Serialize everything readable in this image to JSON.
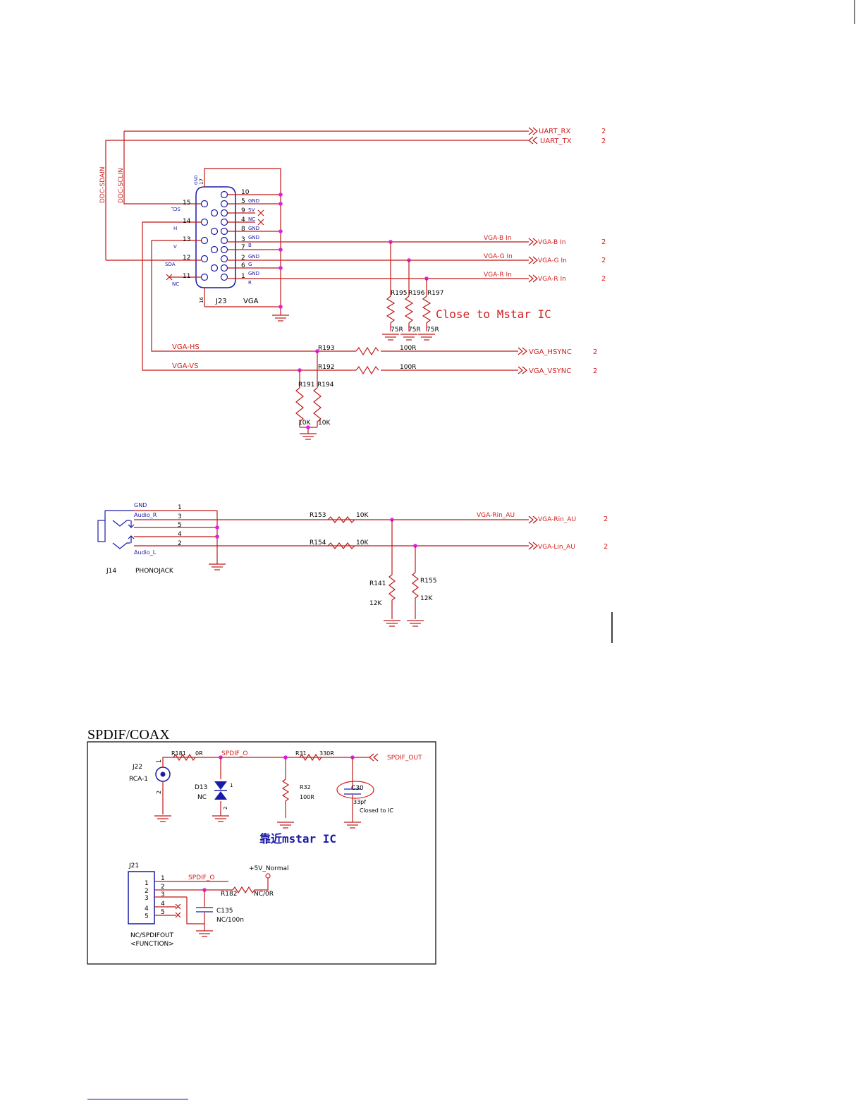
{
  "top_nets": {
    "uart_rx": "UART_RX",
    "uart_tx": "UART_TX",
    "ddc_sda": "DDC-SDAIN",
    "ddc_scl": "DDC-SCLIN",
    "sheet_ref": "2"
  },
  "vga_connector": {
    "ref": "J23",
    "value": "VGA",
    "pin_labels": {
      "p15": "15",
      "p14": "14",
      "p13": "13",
      "p12": "12",
      "p11": "11",
      "p10": "10",
      "p5": "5",
      "p9": "9",
      "p4": "4",
      "p8": "8",
      "p3": "3",
      "p7": "7",
      "p2": "2",
      "p6": "6",
      "p1": "1",
      "p17": "17",
      "p16": "16"
    },
    "pin_names": {
      "n15": "SCL",
      "n14": "H",
      "n13": "V",
      "n12": "SDA",
      "n11": "NC",
      "n5": "GND",
      "n9": "5V",
      "n4": "NC",
      "n8": "GND",
      "n3": "B",
      "n7": "GND",
      "n2": "G",
      "n6": "GND",
      "n1": "R",
      "n17": "GND",
      "n16": "GND"
    }
  },
  "vga_nets": {
    "b_in": "VGA-B In",
    "g_in": "VGA-G In",
    "r_in": "VGA-R In",
    "hs": "VGA-HS",
    "vs": "VGA-VS",
    "hsync": "VGA_HSYNC",
    "vsync": "VGA_VSYNC"
  },
  "vga_resistors": {
    "r195": "R195",
    "r196": "R196",
    "r197": "R197",
    "r195_v": "75R",
    "r196_v": "75R",
    "r197_v": "75R",
    "r193": "R193",
    "r192": "R192",
    "r193_v": "100R",
    "r192_v": "100R",
    "r191": "R191",
    "r194": "R194",
    "r191_v": "10K",
    "r194_v": "10K"
  },
  "note_close": "Close to Mstar IC",
  "audio": {
    "jack_ref": "J14",
    "jack_name": "PHONOJACK",
    "pin_gnd": "GND",
    "pin_audio_r": "Audio_R",
    "pin_audio_l": "Audio_L",
    "pins": [
      "1",
      "3",
      "5",
      "4",
      "2"
    ],
    "net_r": "VGA-Rin_AU",
    "net_r_port": "VGA-Rin_AU",
    "net_l_port": "VGA-Lin_AU",
    "r153": "R153",
    "r154": "R154",
    "r153_v": "10K",
    "r154_v": "10K",
    "r141": "R141",
    "r155": "R155",
    "r141_v": "12K",
    "r155_v": "12K"
  },
  "spdif": {
    "title": "SPDIF/COAX",
    "j22": "J22",
    "j22_v": "RCA-1",
    "j22_p1": "1",
    "j22_p2": "2",
    "r181": "R181",
    "r181_v": "0R",
    "net_spdif_o": "SPDIF_O",
    "d13": "D13",
    "d13_v": "NC",
    "d13_p1": "1",
    "d13_p2": "2",
    "r31": "R31",
    "r31_v": "330R",
    "spdif_out": "SPDIF_OUT",
    "r32": "R32",
    "r32_v": "100R",
    "c30": "C30",
    "c30_v": "33pf",
    "c30_note": "Closed to IC",
    "note_cn": "靠近mstar IC",
    "j21": "J21",
    "j21_pins": [
      "1",
      "2",
      "3",
      "4",
      "5"
    ],
    "net_spdif_o2": "SPDIF_O",
    "plus5v": "+5V_Normal",
    "r182": "R182",
    "r182_v": "NC/0R",
    "c135": "C135",
    "c135_v": "NC/100n",
    "j21_v": "NC/SPDIFOUT",
    "j21_func": "<FUNCTION>"
  }
}
